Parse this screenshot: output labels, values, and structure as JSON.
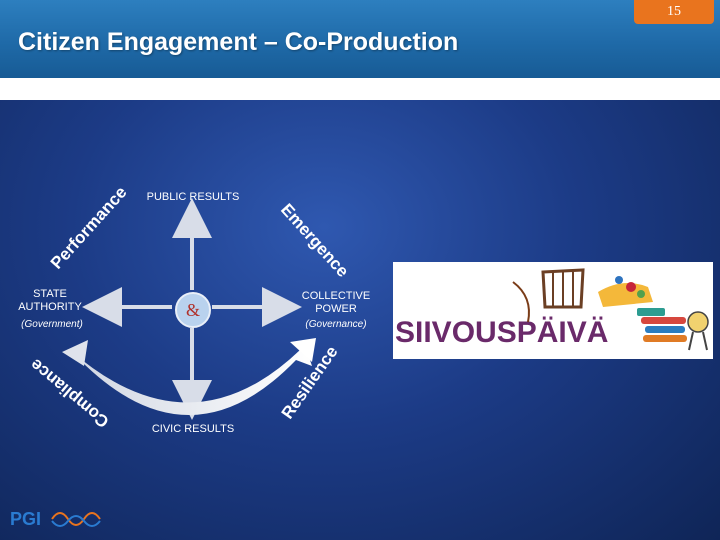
{
  "slide": {
    "page_number": "15",
    "title": "Citizen Engagement – Co-Production"
  },
  "diagram": {
    "top": "PUBLIC RESULTS",
    "bottom": "CIVIC RESULTS",
    "left_title": "STATE AUTHORITY",
    "left_sub": "(Government)",
    "right_title": "COLLECTIVE POWER",
    "right_sub": "(Governance)",
    "center": "&",
    "arc_top_left": "Performance",
    "arc_top_right": "Emergence",
    "arc_bottom_left": "Compliance",
    "arc_bottom_right": "Resilience"
  },
  "image_text": "SIIVOUSPÄIVÄ",
  "logo": {
    "text": "PGI"
  },
  "colors": {
    "header": "#1f6aa8",
    "page_tab": "#e9741e",
    "background": "#1c3b86",
    "logo_text": "#2a7bd1"
  }
}
